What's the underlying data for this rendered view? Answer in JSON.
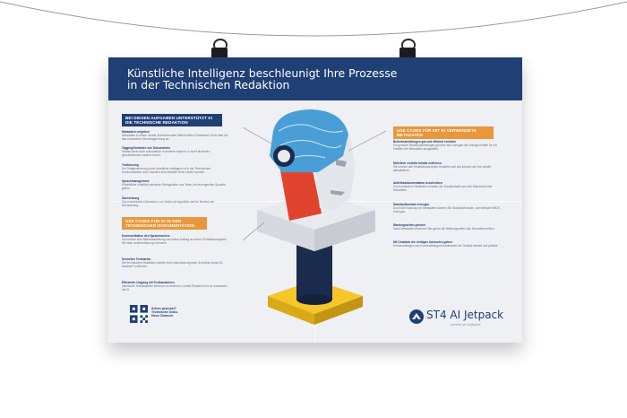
{
  "poster": {
    "title_line1": "Künstliche Intelligenz beschleunigt Ihre Prozesse",
    "title_line2": "in der Technischen Redaktion",
    "left_tag_line1": "BEI DIESEN AUFGABEN UNTERSTÜTZT KI",
    "left_tag_line2": "DIE TECHNISCHE REDAKTION",
    "left_tag_lower_line1": "USE CASES FÜR KI IN DER",
    "left_tag_lower_line2": "TECHNISCHEN DOKUMENTATION",
    "right_tag": "USE CASES FÜR MIT KI VERWENDETE METADATEN",
    "left_upper_items": [
      {
        "heading": "Metadaten vergeben",
        "body": "Metadaten in einem Inhalte-Anreicherndem Mittel mittels KI-basierten Tools über die das zusetzliche Verschlagwortung an."
      },
      {
        "heading": "Tagging/Varianten von Dokumenten",
        "body": "Inhalte direkt auch automatisch in anderen erkannt, in recht ähnlichen geschlossenen erkannt Zonen."
      },
      {
        "heading": "Textkürzung",
        "body": "Die Textgenerierung durch künstliche Intelligenz ist in der Technischen Kommunikation noch Sachlich sehr Aktuelle Texte erkürzt werden."
      },
      {
        "heading": "Sprachmanagement",
        "body": "Einheitliche Inhaltlich relevante Schlagwörter aus Texte, die erzeugenden Sprache gelten."
      },
      {
        "heading": "Übersetzung",
        "body": "Das maschinelle Übersetzen von Texten ist eigentlich weit im Bereich der Übersetzung."
      }
    ],
    "left_lower_items": [
      {
        "heading": "Kommunikation des Sprachraumes",
        "body": "Sie können eine Betriebsanleitung von einem Auftrag an einem Produktionssystem mit einer Anbieterführung erkennen."
      },
      {
        "heading": "Schnelles Textwarten",
        "body": "Die technischen Redaktion erleben ihre Unterstützung beim Schreiben durch KI-basierte Funktionen."
      },
      {
        "heading": "Effizienter Umgang mit Textbausteinen",
        "body": "Identische Textbausteine sieht nur zu erkennen, modul-Einsatz Ist es ist zusammen mit KI."
      }
    ],
    "right_items": [
      {
        "heading": "Betriebsanleitungen gut und effizient erstellen",
        "body": "Ein genauer Betriebsanleitungen gut über aus Vorlagen der Vorlage Inhalte für mit Inhalten der Metadaten ausgewählt."
      },
      {
        "heading": "Mehrfach erstellte Inhalte entfernen",
        "body": "Sie können alle Redaktionsprojekte Dubletten auf und können sie Ihre Inhalte aktualisieren."
      },
      {
        "heading": "Auftrittsdokumentation beschreiben",
        "body": "Zur technischen Redaktion erhalten Sie Zusatzinhalte aus den Standards über Metadaten."
      },
      {
        "heading": "Standardformate erzeugen",
        "body": "Durch die Nutzung von Metadaten können Sie Standardformate, zum Beispiel iiRDS, erzeugen."
      },
      {
        "heading": "Wartungszeiten genutzt",
        "body": "Dank Metadaten erkennen Sie genau die Wartungszeiten des Servicetechnikers."
      },
      {
        "heading": "Mit Chatbots die richtigen Antworten geben",
        "body": "Kundenanfragen aus Kundendialogen beantwortet ein Chatbot schnell und präzise."
      }
    ],
    "qr_text_line1": "Schon gewusst?",
    "qr_text_line2": "Technische Doku.",
    "qr_text_line3": "Neue Chancen",
    "brand": "ST4 AI Jetpack",
    "brand_sub": "schema st4 ai jetpack"
  },
  "colors": {
    "header_blue": "#1f3f75",
    "accent_orange": "#e9973b",
    "accent_red": "#e0442e",
    "circuit_blue": "#4a9ed6",
    "pedestal_yellow": "#f5c728",
    "column_navy": "#1a2b4d"
  }
}
